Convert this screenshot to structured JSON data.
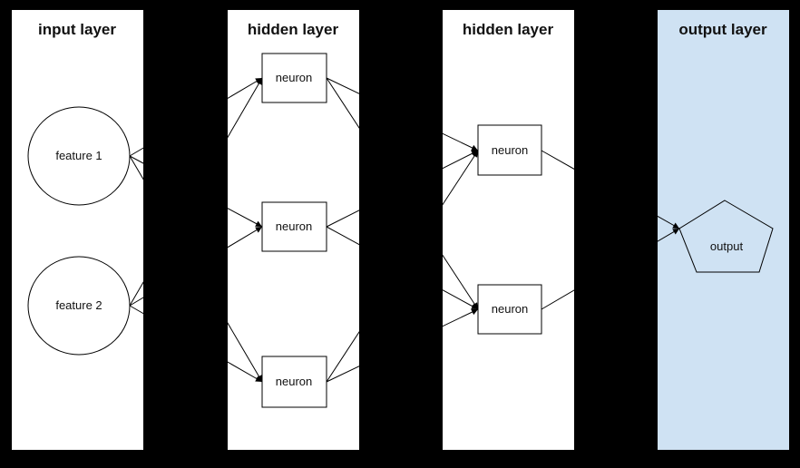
{
  "diagram": {
    "background_color": "#000000",
    "line_color": "#000000",
    "layers": [
      {
        "title": "input layer",
        "fill": "#ffffff"
      },
      {
        "title": "hidden layer",
        "fill": "#ffffff"
      },
      {
        "title": "hidden layer",
        "fill": "#ffffff"
      },
      {
        "title": "output layer",
        "fill": "#cfe2f3"
      }
    ],
    "nodes": [
      {
        "id": "feature-1",
        "label": "feature 1",
        "shape": "circle",
        "layer": 0
      },
      {
        "id": "feature-2",
        "label": "feature 2",
        "shape": "circle",
        "layer": 0
      },
      {
        "id": "hidden1-neuron-1",
        "label": "neuron",
        "shape": "rectangle",
        "layer": 1
      },
      {
        "id": "hidden1-neuron-2",
        "label": "neuron",
        "shape": "rectangle",
        "layer": 1
      },
      {
        "id": "hidden1-neuron-3",
        "label": "neuron",
        "shape": "rectangle",
        "layer": 1
      },
      {
        "id": "hidden2-neuron-1",
        "label": "neuron",
        "shape": "rectangle",
        "layer": 2
      },
      {
        "id": "hidden2-neuron-2",
        "label": "neuron",
        "shape": "rectangle",
        "layer": 2
      },
      {
        "id": "output",
        "label": "output",
        "shape": "pentagon",
        "layer": 3
      }
    ],
    "edges": [
      {
        "from": "feature-1",
        "to": "hidden1-neuron-1"
      },
      {
        "from": "feature-1",
        "to": "hidden1-neuron-2"
      },
      {
        "from": "feature-1",
        "to": "hidden1-neuron-3"
      },
      {
        "from": "feature-2",
        "to": "hidden1-neuron-1"
      },
      {
        "from": "feature-2",
        "to": "hidden1-neuron-2"
      },
      {
        "from": "feature-2",
        "to": "hidden1-neuron-3"
      },
      {
        "from": "hidden1-neuron-1",
        "to": "hidden2-neuron-1"
      },
      {
        "from": "hidden1-neuron-1",
        "to": "hidden2-neuron-2"
      },
      {
        "from": "hidden1-neuron-2",
        "to": "hidden2-neuron-1"
      },
      {
        "from": "hidden1-neuron-2",
        "to": "hidden2-neuron-2"
      },
      {
        "from": "hidden1-neuron-3",
        "to": "hidden2-neuron-1"
      },
      {
        "from": "hidden1-neuron-3",
        "to": "hidden2-neuron-2"
      },
      {
        "from": "hidden2-neuron-1",
        "to": "output"
      },
      {
        "from": "hidden2-neuron-2",
        "to": "output"
      }
    ]
  }
}
